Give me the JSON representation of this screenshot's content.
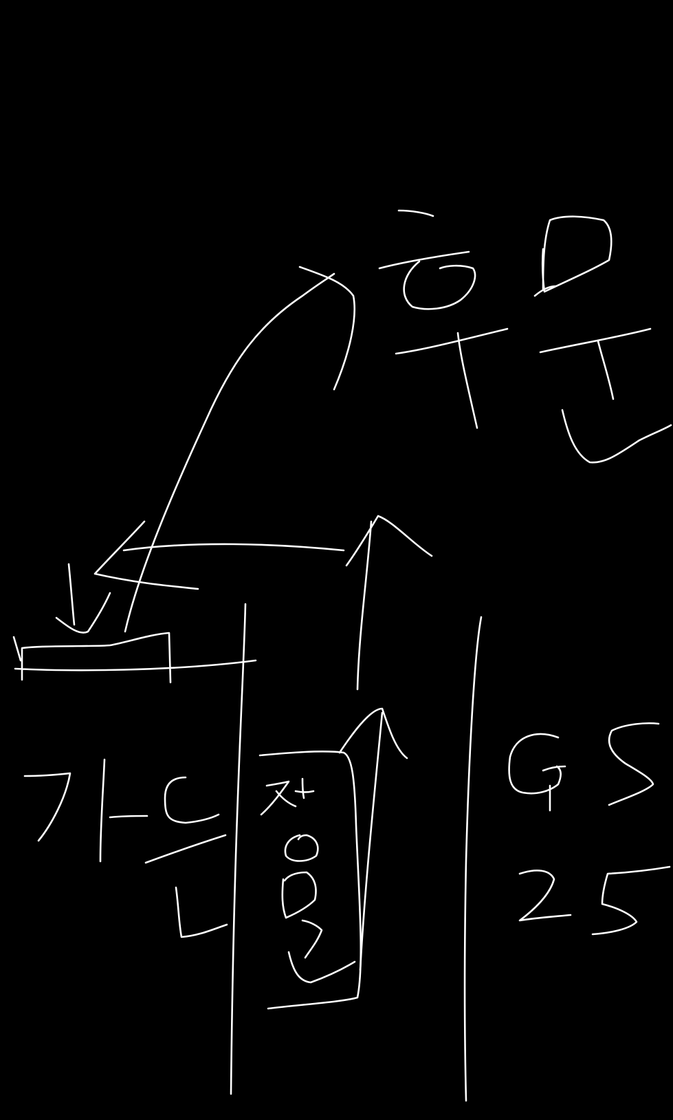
{
  "canvas": {
    "background": "#000000",
    "stroke_color": "#ffffff"
  },
  "labels": {
    "top_right": "후문",
    "left_bottom": "가든",
    "center_bottom": "정문",
    "right_bottom_line1": "GS",
    "right_bottom_line2": "25"
  }
}
